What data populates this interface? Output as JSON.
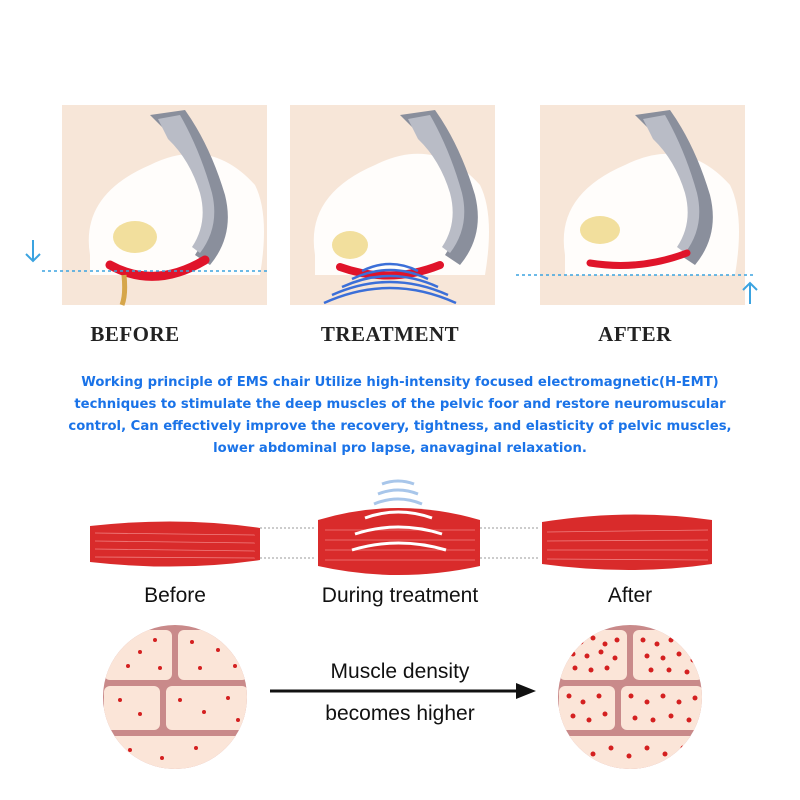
{
  "top_labels": {
    "before": "BEFORE",
    "treatment": "TREATMENT",
    "after": "AFTER"
  },
  "description": {
    "lines": [
      "Working principle of EMS chair Utilize high-intensity focused electromagnetic(H-EMT)",
      "techniques to stimulate the deep muscles of the pelvic foor and restore neuromuscular",
      "control, Can effectively improve the recovery, tightness, and elasticity of pelvic muscles,",
      "lower abdominal pro lapse, anavaginal relaxation."
    ]
  },
  "muscle_labels": {
    "before": "Before",
    "during": "During treatment",
    "after": "After"
  },
  "density": {
    "line1": "Muscle density",
    "line2": "becomes higher"
  },
  "colors": {
    "accent_text": "#1a73e8",
    "arrow": "#3ba3e0",
    "muscle": "#d92b2b",
    "wave": "#3b6fd8",
    "skin": "#f6e3d3"
  },
  "icons": {
    "down_arrow": "arrow-down-icon",
    "up_arrow": "arrow-up-icon"
  }
}
